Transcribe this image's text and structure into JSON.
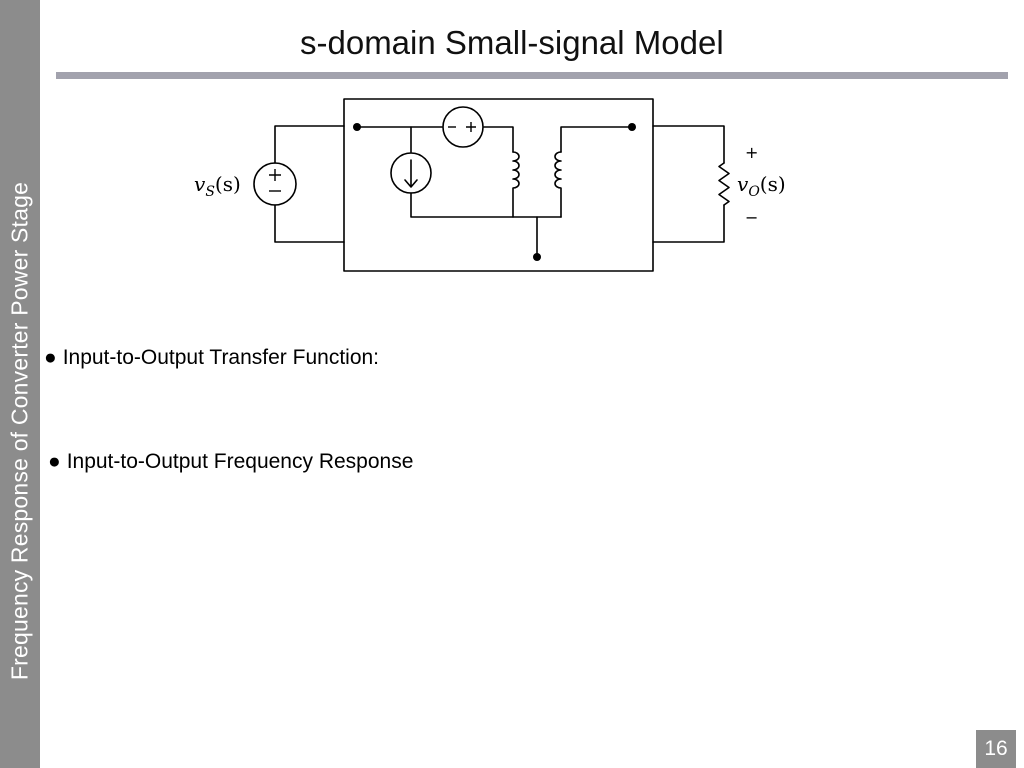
{
  "side_title": "Frequency Response of Converter Power Stage",
  "title": "s-domain Small-signal Model",
  "circuit": {
    "source_label": {
      "var": "v",
      "sub": "S",
      "arg": "(s)"
    },
    "output_label": {
      "var": "v",
      "sub": "O",
      "arg": "(s)"
    },
    "output_plus": "+",
    "output_minus": "−"
  },
  "bullets": [
    {
      "symbol": "●",
      "text": "Input-to-Output Transfer Function:"
    },
    {
      "symbol": "●",
      "text": "Input-to-Output Frequency Response"
    }
  ],
  "page_number": "16",
  "colors": {
    "side_band": "#8c8c8c",
    "title_rule": "#a2a2ad"
  }
}
